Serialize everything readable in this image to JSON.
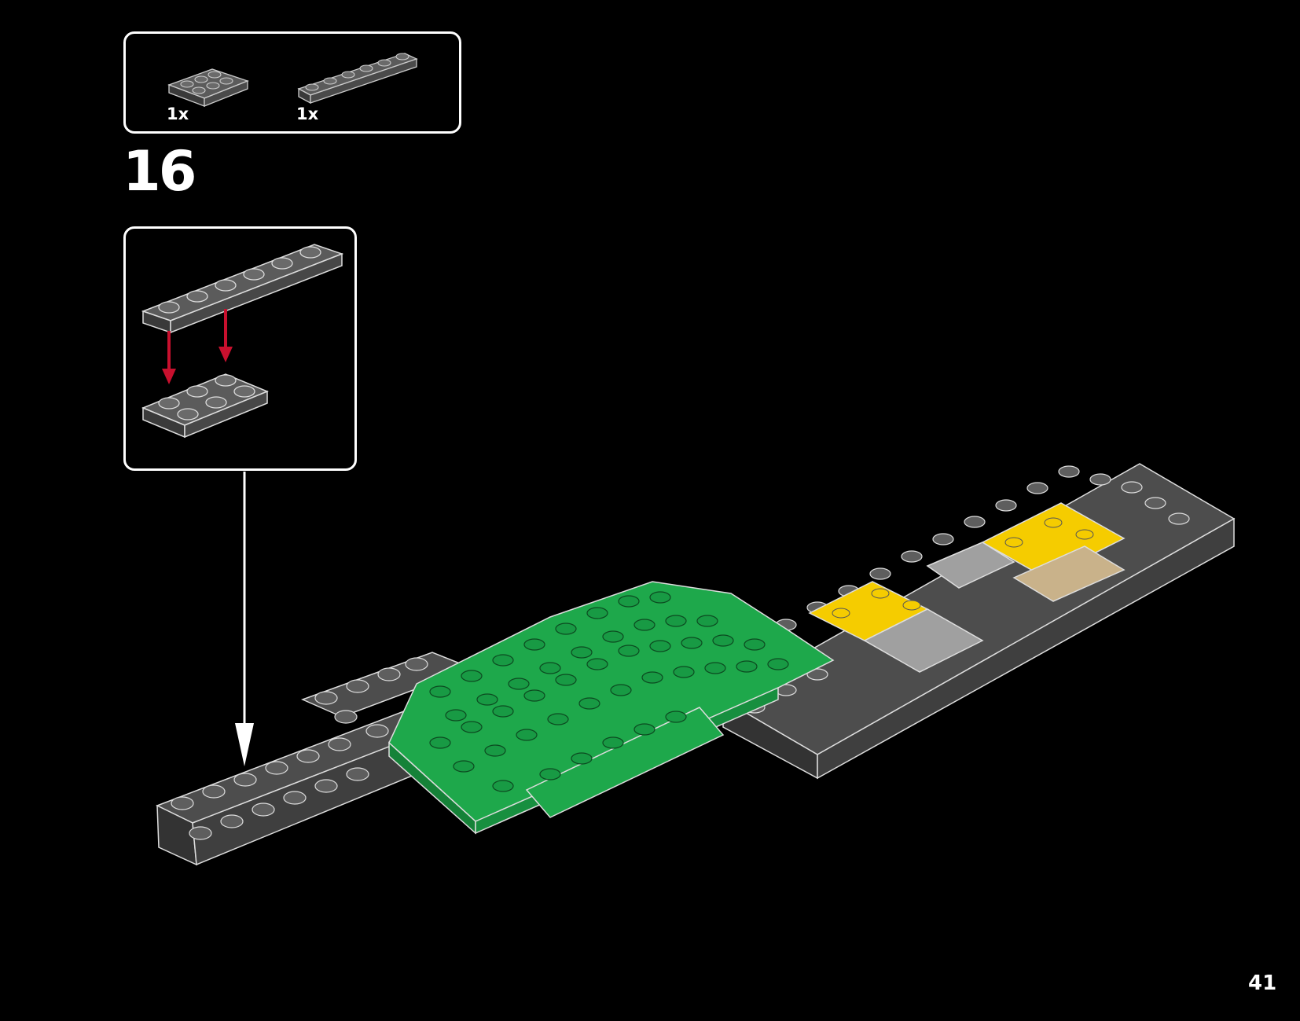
{
  "parts_list": {
    "items": [
      {
        "quantity": "1x",
        "part": "plate-2x3",
        "color": "#5b5b5b"
      },
      {
        "quantity": "1x",
        "part": "plate-1x6",
        "color": "#5b5b5b"
      }
    ]
  },
  "step": {
    "number": "16"
  },
  "colors": {
    "dark_gray": "#5b5b5b",
    "light_gray": "#a0a0a0",
    "green": "#1ea84b",
    "yellow": "#f5cc00",
    "tan": "#c9b28a",
    "arrow_red": "#c8102e",
    "arrow_white": "#ffffff"
  },
  "page": {
    "number": "41"
  }
}
